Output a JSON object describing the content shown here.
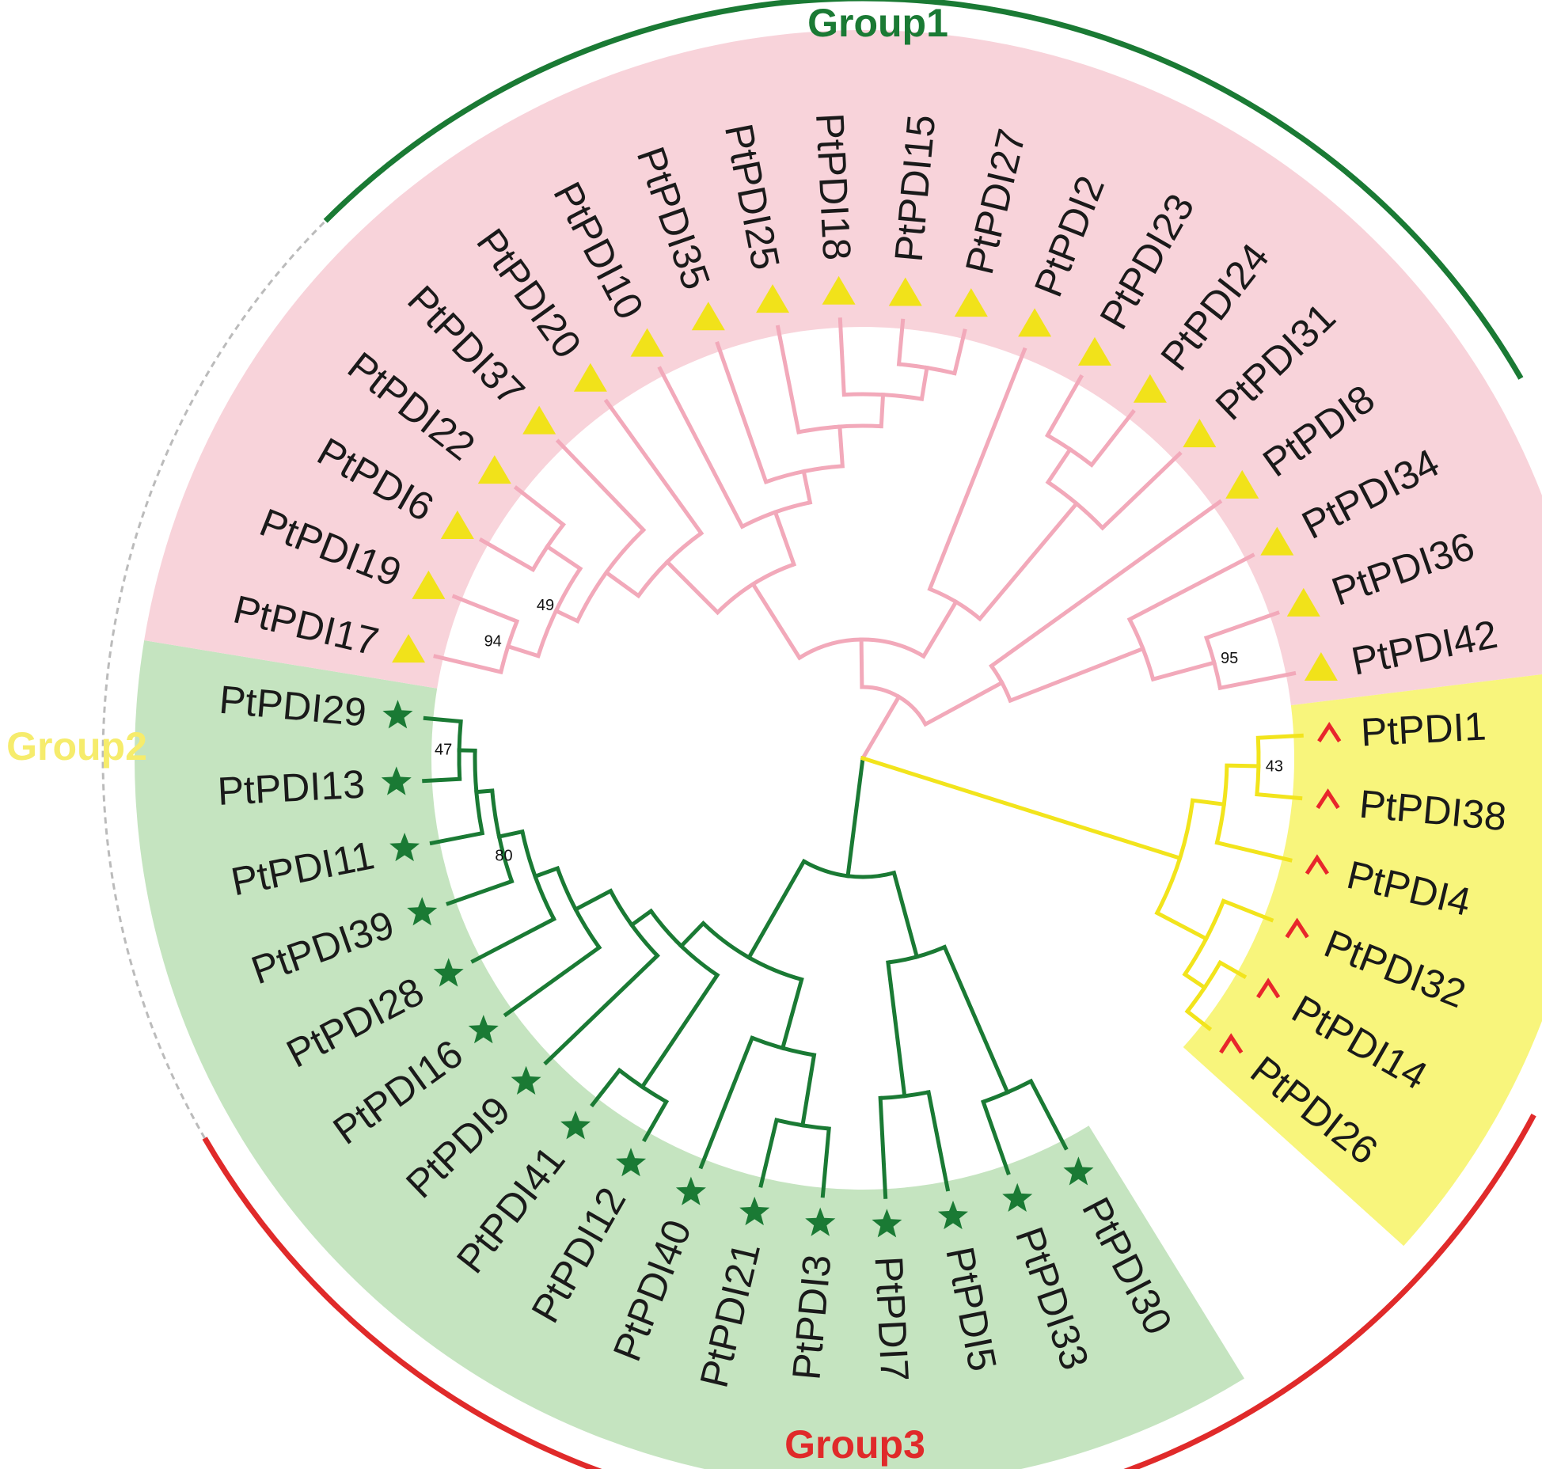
{
  "colors": {
    "group1_line": "#1a7a34",
    "group1_bg": "#c5e4c0",
    "group1_marker": "#1a7a34",
    "group2_line": "#f2e41c",
    "group2_bg": "#f8f57c",
    "group2_marker": "#e8262c",
    "group3_line": "#f2a9ba",
    "group3_bg": "#f8d3da",
    "group3_marker": "#f1e21a",
    "group3_arc": "#e02a2a",
    "group2_arc": "#bbbbbb"
  },
  "groups": [
    {
      "id": "g1",
      "label": "Group1",
      "marker": "star",
      "label_color": "#1a7a34"
    },
    {
      "id": "g2",
      "label": "Group2",
      "marker": "caret",
      "label_color": "#f6ec6c"
    },
    {
      "id": "g3",
      "label": "Group3",
      "marker": "triangle",
      "label_color": "#e02a2a"
    }
  ],
  "leaves": [
    {
      "name": "PtPDI30",
      "group": "g1"
    },
    {
      "name": "PtPDI33",
      "group": "g1"
    },
    {
      "name": "PtPDI5",
      "group": "g1"
    },
    {
      "name": "PtPDI7",
      "group": "g1"
    },
    {
      "name": "PtPDI3",
      "group": "g1"
    },
    {
      "name": "PtPDI21",
      "group": "g1"
    },
    {
      "name": "PtPDI40",
      "group": "g1"
    },
    {
      "name": "PtPDI12",
      "group": "g1"
    },
    {
      "name": "PtPDI41",
      "group": "g1"
    },
    {
      "name": "PtPDI9",
      "group": "g1"
    },
    {
      "name": "PtPDI16",
      "group": "g1"
    },
    {
      "name": "PtPDI28",
      "group": "g1"
    },
    {
      "name": "PtPDI39",
      "group": "g1"
    },
    {
      "name": "PtPDI11",
      "group": "g1"
    },
    {
      "name": "PtPDI13",
      "group": "g1"
    },
    {
      "name": "PtPDI29",
      "group": "g1"
    },
    {
      "name": "PtPDI17",
      "group": "g3"
    },
    {
      "name": "PtPDI19",
      "group": "g3"
    },
    {
      "name": "PtPDI6",
      "group": "g3"
    },
    {
      "name": "PtPDI22",
      "group": "g3"
    },
    {
      "name": "PtPDI37",
      "group": "g3"
    },
    {
      "name": "PtPDI20",
      "group": "g3"
    },
    {
      "name": "PtPDI10",
      "group": "g3"
    },
    {
      "name": "PtPDI35",
      "group": "g3"
    },
    {
      "name": "PtPDI25",
      "group": "g3"
    },
    {
      "name": "PtPDI18",
      "group": "g3"
    },
    {
      "name": "PtPDI15",
      "group": "g3"
    },
    {
      "name": "PtPDI27",
      "group": "g3"
    },
    {
      "name": "PtPDI2",
      "group": "g3"
    },
    {
      "name": "PtPDI23",
      "group": "g3"
    },
    {
      "name": "PtPDI24",
      "group": "g3"
    },
    {
      "name": "PtPDI31",
      "group": "g3"
    },
    {
      "name": "PtPDI8",
      "group": "g3"
    },
    {
      "name": "PtPDI34",
      "group": "g3"
    },
    {
      "name": "PtPDI36",
      "group": "g3"
    },
    {
      "name": "PtPDI42",
      "group": "g3"
    },
    {
      "name": "PtPDI1",
      "group": "g2"
    },
    {
      "name": "PtPDI38",
      "group": "g2"
    },
    {
      "name": "PtPDI4",
      "group": "g2"
    },
    {
      "name": "PtPDI32",
      "group": "g2"
    },
    {
      "name": "PtPDI14",
      "group": "g2"
    },
    {
      "name": "PtPDI26",
      "group": "g2"
    }
  ],
  "bootstrap": [
    {
      "value": "80",
      "clade": "g1-sub-e"
    },
    {
      "value": "47",
      "clade": "g1-sub-f"
    },
    {
      "value": "43",
      "clade": "g2-sub-a"
    },
    {
      "value": "94",
      "clade": "g3-sub-a"
    },
    {
      "value": "49",
      "clade": "g3-sub-b"
    },
    {
      "value": "95",
      "clade": "g3-sub-c"
    }
  ]
}
